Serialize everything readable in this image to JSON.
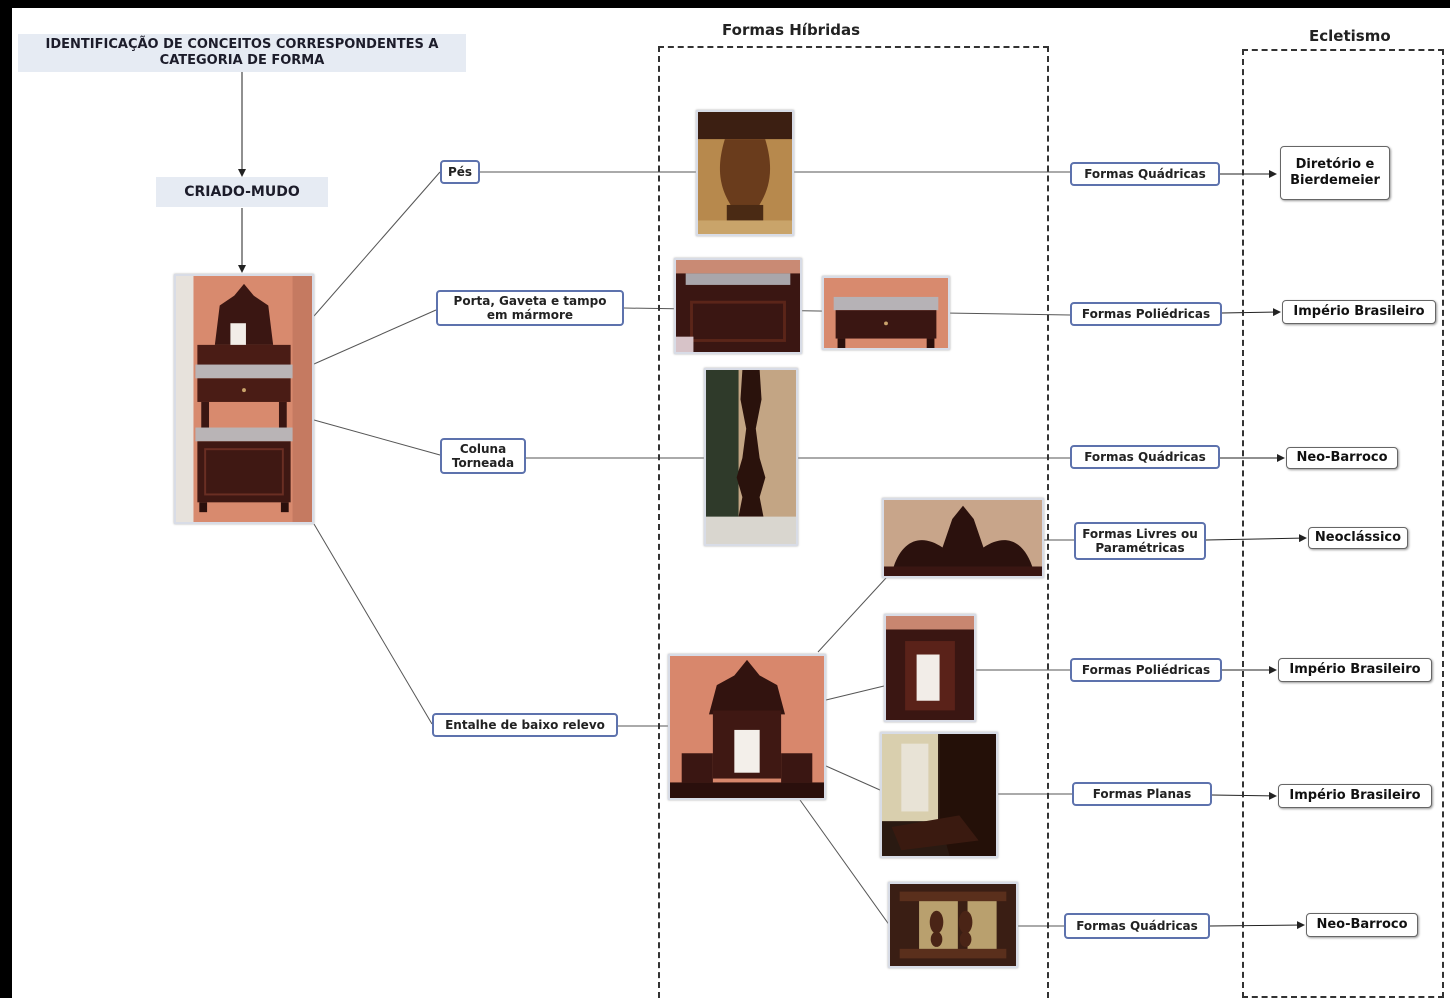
{
  "title": "IDENTIFICAÇÃO DE CONCEITOS CORRESPONDENTES A CATEGORIA DE FORMA",
  "root": "CRIADO-MUDO",
  "sections": {
    "hybrid": "Formas Híbridas",
    "eclecticism": "Ecletismo"
  },
  "elements": [
    "Pés",
    "Porta, Gaveta e tampo em mármore",
    "Coluna Torneada",
    "Entalhe de baixo relevo"
  ],
  "forms": [
    "Formas Quádricas",
    "Formas Poliédricas",
    "Formas Quádricas",
    "Formas Livres ou Paramétricas",
    "Formas Poliédricas",
    "Formas Planas",
    "Formas Quádricas"
  ],
  "styles": [
    "Diretório e Bierdemeier",
    "Império Brasileiro",
    "Neo-Barroco",
    "Neoclássico",
    "Império Brasileiro",
    "Império Brasileiro",
    "Neo-Barroco"
  ],
  "photos": [
    "nightstand-photo",
    "foot-photo",
    "door-drawer-photo",
    "drawer-marble-photo",
    "turned-column-photo",
    "carved-top-photo",
    "mirror-crest-photo",
    "mirror-door-photo",
    "flat-panel-photo",
    "balusters-photo"
  ],
  "colors": {
    "label_border": "#5d72ad",
    "title_bg": "#e6ebf3",
    "wood": "#3a1612",
    "wall": "#d88a6e"
  }
}
